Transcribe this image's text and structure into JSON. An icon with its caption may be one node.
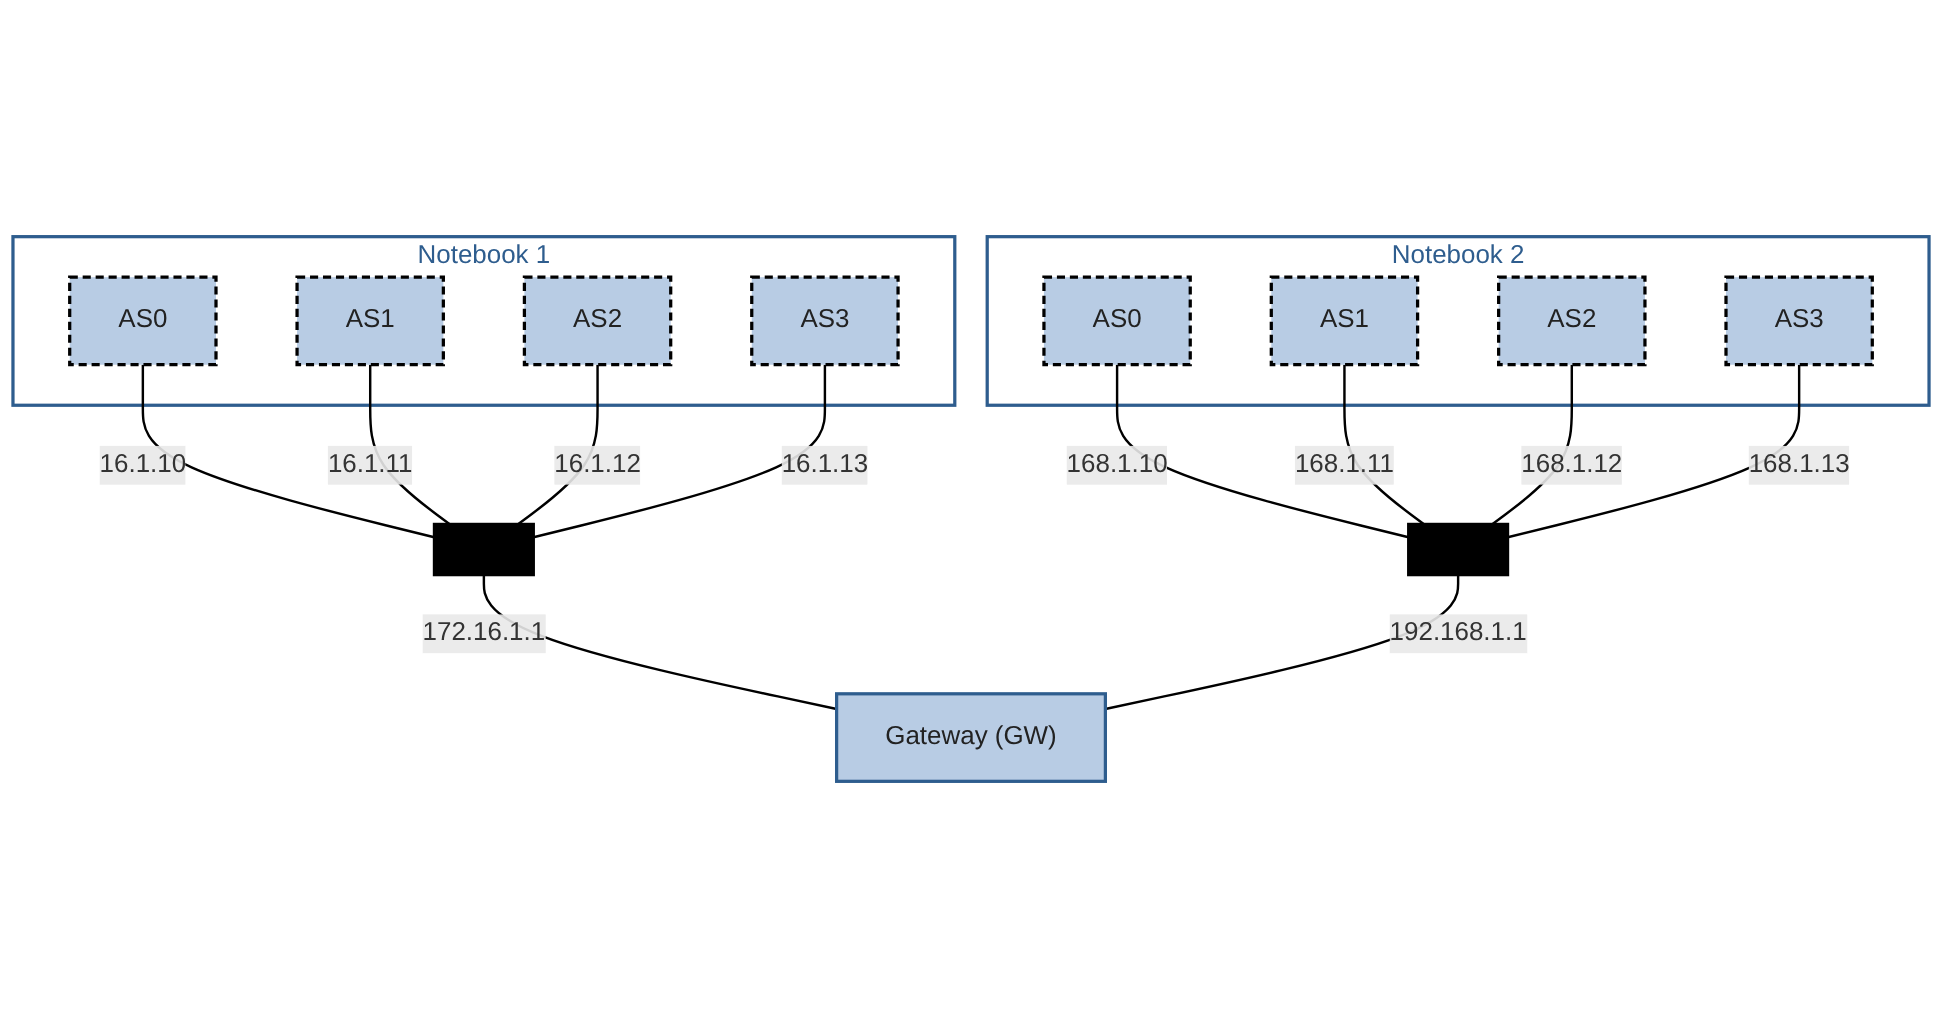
{
  "diagram": {
    "nodes": [
      {
        "text": [
          "Notebook 1"
        ]
      },
      {
        "text": [
          "AS0"
        ],
        "in": 0
      },
      {
        "text": [
          "AS1"
        ],
        "in": 0
      },
      {
        "text": [
          "AS2"
        ],
        "in": 0
      },
      {
        "text": [
          "AS3"
        ],
        "in": 0
      },
      {
        "text": [
          "Notebook 2"
        ]
      },
      {
        "text": [
          "AS0"
        ],
        "in": 5
      },
      {
        "text": [
          "AS1"
        ],
        "in": 5
      },
      {
        "text": [
          "AS2"
        ],
        "in": 5
      },
      {
        "text": [
          "AS3"
        ],
        "in": 5
      },
      {
        "text": [],
        "shape": "bar"
      },
      {
        "text": [],
        "shape": "bar"
      },
      {
        "text": [
          "Gateway (GW)"
        ]
      }
    ],
    "edges": [
      {
        "from": 1,
        "to": 10,
        "arrow": "none",
        "label": "16.1.10"
      },
      {
        "from": 2,
        "to": 10,
        "arrow": "none",
        "label": "16.1.11"
      },
      {
        "from": 3,
        "to": 10,
        "arrow": "none",
        "label": "16.1.12"
      },
      {
        "from": 4,
        "to": 10,
        "arrow": "none",
        "label": "16.1.13"
      },
      {
        "from": 6,
        "to": 11,
        "arrow": "none",
        "label": "168.1.10"
      },
      {
        "from": 7,
        "to": 11,
        "arrow": "none",
        "label": "168.1.11"
      },
      {
        "from": 8,
        "to": 11,
        "arrow": "none",
        "label": "168.1.12"
      },
      {
        "from": 9,
        "to": 11,
        "arrow": "none",
        "label": "168.1.13"
      },
      {
        "from": 10,
        "to": 12,
        "arrow": "none",
        "label": "172.16.1.1"
      },
      {
        "from": 11,
        "to": 12,
        "arrow": "none",
        "label": "192.168.1.1"
      }
    ]
  }
}
